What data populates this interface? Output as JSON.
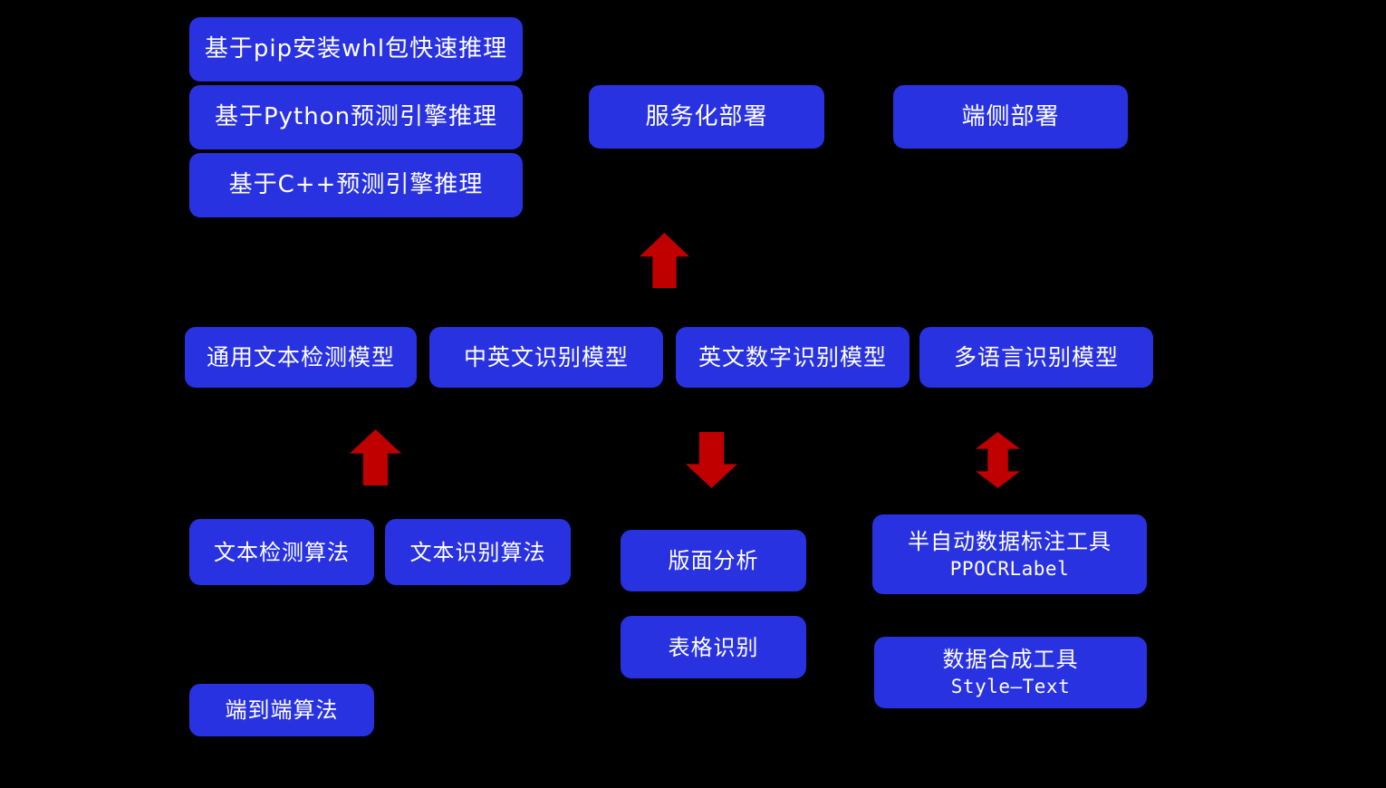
{
  "colors": {
    "background": "#000000",
    "box": "#2932e1",
    "text": "#ffffff",
    "arrow": "#c00000"
  },
  "boxes": {
    "pip_whl": "基于pip安装whl包快速推理",
    "python_engine": "基于Python预测引擎推理",
    "cpp_engine": "基于C++预测引擎推理",
    "serving_deploy": "服务化部署",
    "edge_deploy": "端侧部署",
    "general_det_model": "通用文本检测模型",
    "ch_en_rec_model": "中英文识别模型",
    "en_num_rec_model": "英文数字识别模型",
    "multilang_rec_model": "多语言识别模型",
    "text_det_algo": "文本检测算法",
    "text_rec_algo": "文本识别算法",
    "layout_analysis": "版面分析",
    "table_rec": "表格识别",
    "label_tool_title": "半自动数据标注工具",
    "label_tool_name": "PPOCRLabel",
    "synth_tool_title": "数据合成工具",
    "synth_tool_name": "Style—Text",
    "e2e_algo": "端到端算法"
  },
  "icons": {
    "serving_arrow": "arrow-up",
    "detection_arrow": "arrow-up",
    "layout_arrow": "arrow-down",
    "labeling_arrow": "arrow-up-down"
  }
}
